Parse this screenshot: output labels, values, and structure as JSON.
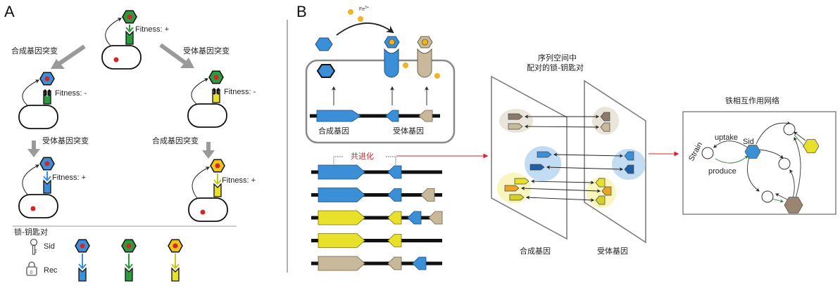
{
  "colors": {
    "blue": "#3a8fd6",
    "dark_blue": "#1f5fa8",
    "green": "#2e9a3e",
    "yellow": "#e8e02a",
    "gold": "#f0c419",
    "tan": "#c8b99a",
    "brown": "#8c7a6b",
    "red_dot": "#d0262c",
    "grey_arrow": "#9a9a9a",
    "accent_red": "#d0262c"
  },
  "panel_a": {
    "label": "A",
    "top": {
      "fitness": "Fitness: +"
    },
    "left_mutation_label": "合成基因突变",
    "right_mutation_label": "受体基因突变",
    "mid_left": {
      "fitness": "Fitness: -"
    },
    "mid_right": {
      "fitness": "Fitness: -"
    },
    "lower_left_mutation_label": "受体基因突变",
    "lower_right_mutation_label": "合成基因突变",
    "bottom_left": {
      "fitness": "Fitness: +"
    },
    "bottom_right": {
      "fitness": "Fitness: +"
    },
    "legend": {
      "title": "锁-钥匙对",
      "sid_label": "Sid",
      "rec_label": "Rec",
      "pairs": [
        "blue",
        "green",
        "yellow"
      ]
    }
  },
  "panel_b": {
    "label": "B",
    "iron_label": "Fe",
    "iron_superscript": "3+",
    "synthesis_gene_label": "合成基因",
    "receptor_gene_label": "受体基因",
    "coevolution_label": "共进化",
    "sequence_space": {
      "title_line1": "序列空间中",
      "title_line2": "配对的锁-钥匙对",
      "left_plane_label": "合成基因",
      "right_plane_label": "受体基因"
    },
    "network": {
      "title": "铁相互作用网络",
      "strain_label": "Strain",
      "sid_label": "Sid",
      "uptake_label": "uptake",
      "produce_label": "produce"
    },
    "gene_clusters": [
      {
        "synth": "blue",
        "receptors": [
          "blue"
        ]
      },
      {
        "synth": "blue",
        "receptors": [
          "blue",
          "tan"
        ]
      },
      {
        "synth": "yellow",
        "receptors": [
          "yellow",
          "blue",
          "tan"
        ]
      },
      {
        "synth": "yellow",
        "receptors": [
          "yellow"
        ]
      },
      {
        "synth": "tan",
        "receptors": [
          "tan",
          "blue"
        ]
      }
    ]
  }
}
